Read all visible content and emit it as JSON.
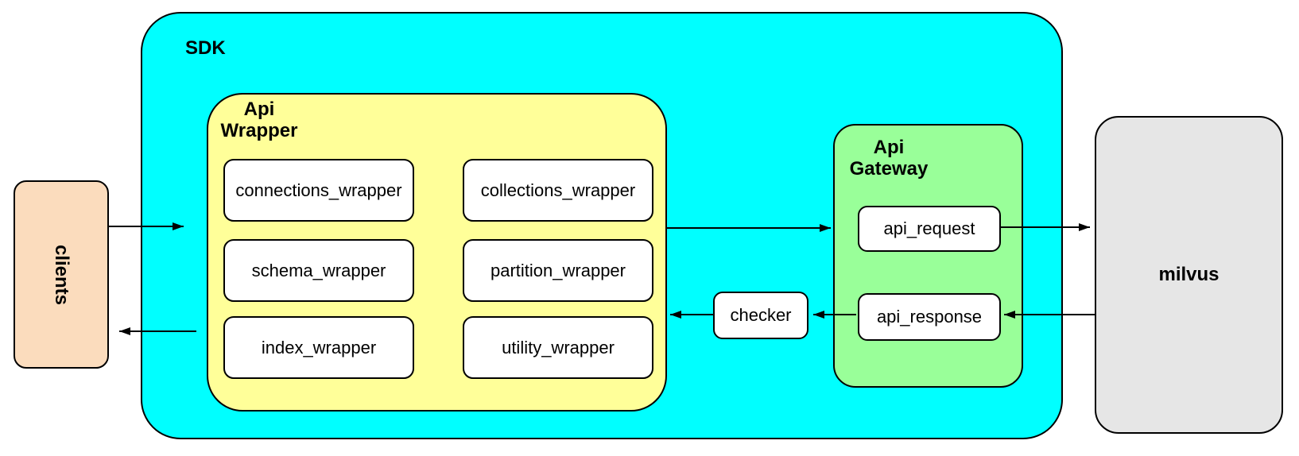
{
  "diagram": {
    "clients": {
      "label": "clients"
    },
    "sdk": {
      "label": "SDK",
      "api_wrapper": {
        "label_line1": "Api",
        "label_line2": "Wrapper",
        "modules": [
          "connections_wrapper",
          "collections_wrapper",
          "schema_wrapper",
          "partition_wrapper",
          "index_wrapper",
          "utility_wrapper"
        ]
      },
      "checker": {
        "label": "checker"
      },
      "api_gateway": {
        "label_line1": "Api",
        "label_line2": "Gateway",
        "api_request_label": "api_request",
        "api_response_label": "api_response"
      }
    },
    "milvus": {
      "label": "milvus"
    },
    "colors": {
      "sdk_fill": "#00FFFF",
      "api_wrapper_fill": "#FFFF99",
      "api_gateway_fill": "#99FF99",
      "clients_fill": "#FBDCBD",
      "milvus_fill": "#E6E6E6",
      "node_fill": "#FFFFFF",
      "stroke": "#000000"
    }
  }
}
